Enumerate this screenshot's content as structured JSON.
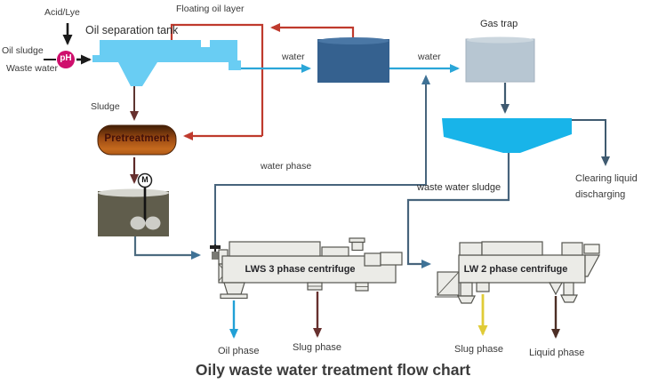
{
  "title": "Oily waste water treatment flow chart",
  "inputs": {
    "acid_lye": "Acid/Lye",
    "oil_sludge": "Oil sludge",
    "waste_water": "Waste  water"
  },
  "nodes": {
    "ph_meter": "pH",
    "oil_separation_tank": "Oil separation tank",
    "pretreatment": "Pretreatment",
    "mixer_motor": "M",
    "gas_trap": "Gas trap",
    "lws_centrifuge": "LWS 3 phase centrifuge",
    "lw2_centrifuge": "LW 2  phase centrifuge"
  },
  "streams": {
    "floating_oil_layer": "Floating oil layer",
    "sludge": "Sludge",
    "water_to_tank": "water",
    "water_to_gas_trap": "water",
    "water_phase": "water phase",
    "waste_water_sludge": "waste water sludge",
    "clearing_liquid_1": "Clearing liquid",
    "clearing_liquid_2": "discharging",
    "oil_phase": "Oil phase",
    "slug_phase_lws": "Slug phase",
    "slug_phase_lw2": "Slug phase",
    "liquid_phase": "Liquid phase"
  },
  "colors": {
    "water_arrow": "#2aa6d8",
    "process_line": "#47647c",
    "oil_return_line": "#bf3a2d",
    "sludge_arrow": "#67302e",
    "oil_phase_arrow": "#21a0d6",
    "slug_lw2_arrow": "#e0cb37",
    "liquid_phase_arrow": "#4c2e25",
    "ph_badge": "#cf0f6d",
    "separation_tank": "#69cdf3",
    "water_tank": "#35618f",
    "gas_trap_tank": "#b7c6d2",
    "clarifier": "#18b4e9",
    "pretreatment_box": "#b65a18",
    "mixer_tank": "#605d4c",
    "centrifuge_body": "#ebebe7"
  }
}
